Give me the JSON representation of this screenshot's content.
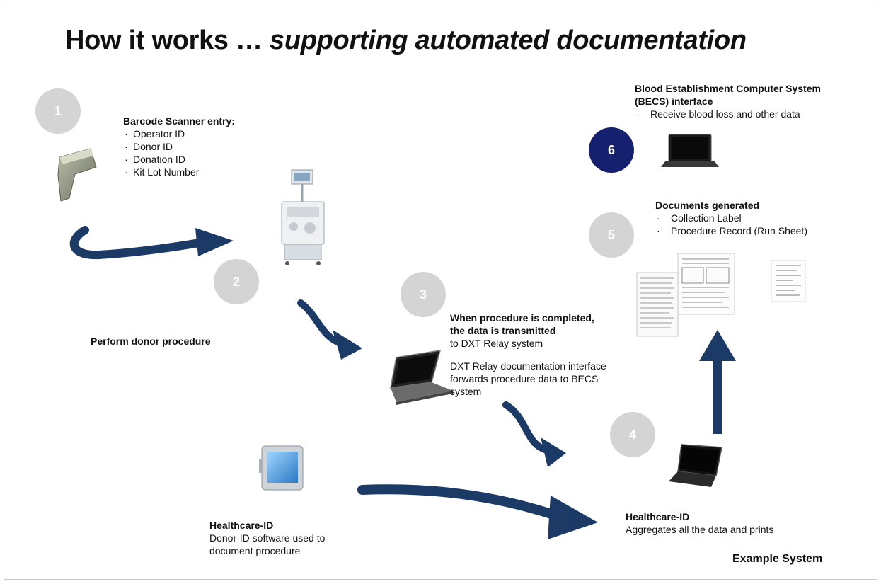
{
  "title": {
    "main": "How it works … ",
    "italic": "supporting automated documentation"
  },
  "steps": {
    "s1": "1",
    "s2": "2",
    "s3": "3",
    "s4": "4",
    "s5": "5",
    "s6": "6"
  },
  "step1": {
    "heading": "Barcode Scanner entry:",
    "items": [
      "Operator ID",
      "Donor ID",
      "Donation ID",
      "Kit Lot Number"
    ]
  },
  "step2": {
    "label": "Perform donor procedure"
  },
  "step3": {
    "heading_line1": "When procedure is completed,",
    "heading_line2": "the data is transmitted",
    "line3": "to DXT Relay system",
    "para_line1": "DXT Relay documentation interface",
    "para_line2": "forwards procedure data to BECS",
    "para_line3": "system"
  },
  "healthcare_left": {
    "heading": "Healthcare-ID",
    "line1": "Donor-ID software used to",
    "line2": "document procedure"
  },
  "step4": {
    "heading": "Healthcare-ID",
    "text": "Aggregates all the data and prints"
  },
  "step5": {
    "heading": "Documents generated",
    "items": [
      "Collection Label",
      "Procedure Record  (Run Sheet)"
    ]
  },
  "step6": {
    "heading_line1": "Blood Establishment Computer System",
    "heading_line2": "(BECS) interface",
    "items": [
      "Receive blood loss and other data"
    ]
  },
  "footer": "Example System",
  "colors": {
    "arrow": "#1b3a66",
    "step_circle": "#d4d4d4",
    "step6_circle": "#15206e"
  }
}
